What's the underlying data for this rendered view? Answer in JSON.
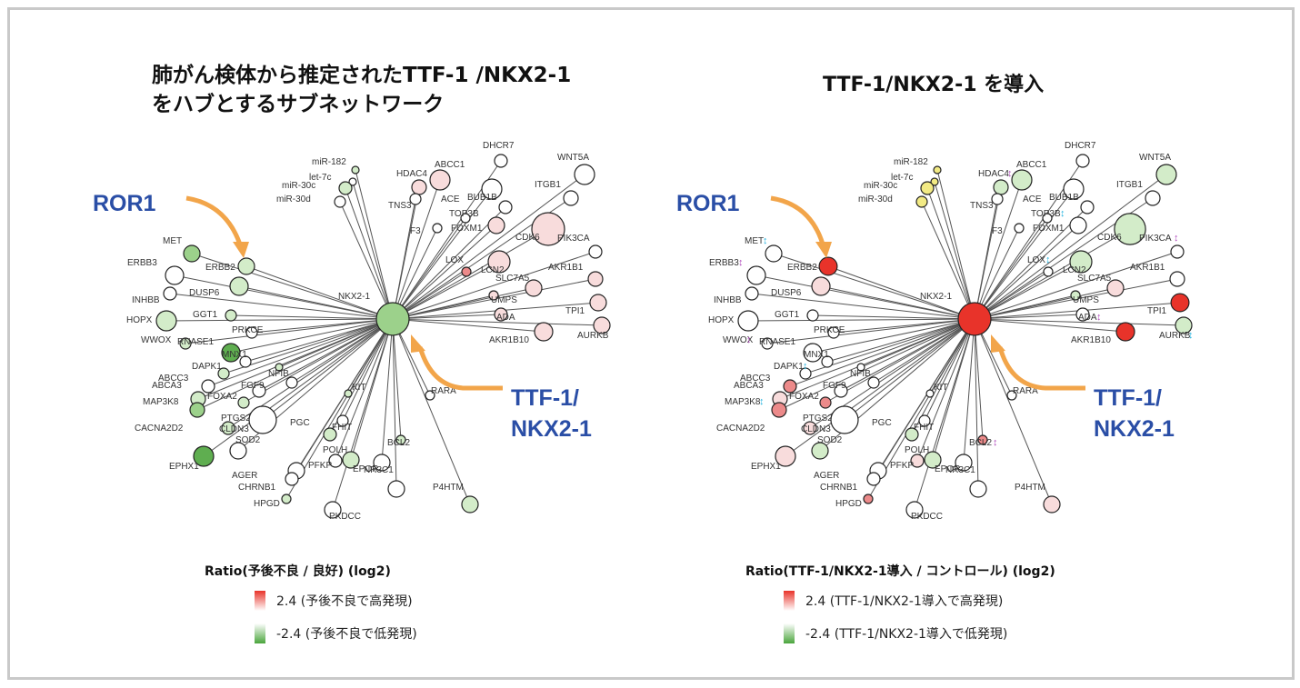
{
  "colors": {
    "red": "#e8332a",
    "light_red": "#f8dcdc",
    "pink": "#f3b6b6",
    "mid_red": "#ec8a8a",
    "green": "#5fae50",
    "light_green": "#d3ecc9",
    "mid_green": "#9cd18b",
    "white": "#ffffff",
    "yellow": "#f2ea84",
    "callout_blue": "#2a4ea6",
    "arrow_orange": "#f2a54a",
    "cyan_mark": "#27b4e0",
    "magenta_mark": "#b14dbd"
  },
  "left": {
    "title_line1": "肺がん検体から推定されたTTF-1 /NKX2-1",
    "title_line2": "をハブとするサブネットワーク",
    "hub_label": "NKX2-1",
    "callout_ror1": "ROR1",
    "callout_ttf1_line1": "TTF-1/",
    "callout_ttf1_line2": "NKX2-1",
    "legend_title": "Ratio(予後不良 / 良好) (log2)",
    "legend_high": "2.4 (予後不良で高発現)",
    "legend_low": "-2.4 (予後不良で低発現)"
  },
  "right": {
    "title": "TTF-1/NKX2-1 を導入",
    "hub_label": "NKX2-1",
    "callout_ror1": "ROR1",
    "callout_ttf1_line1": "TTF-1/",
    "callout_ttf1_line2": "NKX2-1",
    "legend_title": "Ratio(TTF-1/NKX2-1導入 / コントロール) (log2)",
    "legend_high": "2.4 (TTF-1/NKX2-1導入で高発現)",
    "legend_low": "-2.4 (TTF-1/NKX2-1導入で低発現)"
  },
  "nodes": [
    {
      "name": "miR-182",
      "left": "light_green",
      "right": "yellow"
    },
    {
      "name": "let-7c",
      "left": "white",
      "right": "yellow"
    },
    {
      "name": "miR-30c",
      "left": "light_green",
      "right": "yellow"
    },
    {
      "name": "miR-30d",
      "left": "white",
      "right": "yellow"
    },
    {
      "name": "HDAC4",
      "left": "light_red",
      "right": "light_green",
      "mark": "magenta"
    },
    {
      "name": "ABCC1",
      "left": "light_red",
      "right": "light_green"
    },
    {
      "name": "DHCR7",
      "left": "white",
      "right": "white"
    },
    {
      "name": "WNT5A",
      "left": "white",
      "right": "light_green"
    },
    {
      "name": "ITGB1",
      "left": "white",
      "right": "white"
    },
    {
      "name": "TNS3",
      "left": "white",
      "right": "white"
    },
    {
      "name": "ACE",
      "left": "white",
      "right": "white"
    },
    {
      "name": "BUB1B",
      "left": "white",
      "right": "white"
    },
    {
      "name": "TOP3B",
      "left": "white",
      "right": "white",
      "mark": "cyan"
    },
    {
      "name": "FOXM1",
      "left": "light_red",
      "right": "white"
    },
    {
      "name": "F3",
      "left": "white",
      "right": "white"
    },
    {
      "name": "LOX",
      "left": "mid_red",
      "right": "white",
      "mark": "cyan"
    },
    {
      "name": "CDK6",
      "left": "light_red",
      "right": "light_green"
    },
    {
      "name": "PIK3CA",
      "left": "white",
      "right": "white",
      "mark": "magenta"
    },
    {
      "name": "LCN2",
      "left": "light_red",
      "right": "light_green"
    },
    {
      "name": "AKR1B1",
      "left": "light_red",
      "right": "white"
    },
    {
      "name": "SLC7A5",
      "left": "light_red",
      "right": "light_red"
    },
    {
      "name": "UMPS",
      "left": "light_red",
      "right": "light_green"
    },
    {
      "name": "ADA",
      "left": "light_red",
      "right": "white",
      "mark": "magenta"
    },
    {
      "name": "TPI1",
      "left": "light_red",
      "right": "red"
    },
    {
      "name": "AKR1B10",
      "left": "light_red",
      "right": "red"
    },
    {
      "name": "AURKB",
      "left": "light_red",
      "right": "light_green",
      "mark": "cyan"
    },
    {
      "name": "MET",
      "left": "mid_green",
      "right": "white",
      "mark": "cyan"
    },
    {
      "name": "ERBB3",
      "left": "white",
      "right": "white",
      "mark": "magenta"
    },
    {
      "name": "ERBB2",
      "left": "light_green",
      "right": "red"
    },
    {
      "name": "INHBB",
      "left": "white",
      "right": "white"
    },
    {
      "name": "DUSP6",
      "left": "light_green",
      "right": "light_red"
    },
    {
      "name": "HOPX",
      "left": "light_green",
      "right": "white"
    },
    {
      "name": "GGT1",
      "left": "light_green",
      "right": "white"
    },
    {
      "name": "PRKCE",
      "left": "white",
      "right": "white"
    },
    {
      "name": "WWOX",
      "left": "light_green",
      "right": "white",
      "mark": "magenta"
    },
    {
      "name": "RNASE1",
      "left": "green",
      "right": "white"
    },
    {
      "name": "MNX1",
      "left": "white",
      "right": "white"
    },
    {
      "name": "DAPK1",
      "left": "light_green",
      "right": "white",
      "mark": "cyan"
    },
    {
      "name": "ABCC3",
      "left": "white",
      "right": "mid_red"
    },
    {
      "name": "ABCA3",
      "left": "light_green",
      "right": "light_red"
    },
    {
      "name": "NFIB",
      "left": "light_green",
      "right": "white"
    },
    {
      "name": "FGF9",
      "left": "white",
      "right": "white"
    },
    {
      "name": "MAP3K8",
      "left": "mid_green",
      "right": "mid_red",
      "mark": "cyan"
    },
    {
      "name": "FOXA2",
      "left": "light_green",
      "right": "mid_red"
    },
    {
      "name": "PTGS2",
      "left": "white",
      "right": "white"
    },
    {
      "name": "CLDN3",
      "left": "light_green",
      "right": "light_red"
    },
    {
      "name": "CACNA2D2",
      "left": "white",
      "right": "white"
    },
    {
      "name": "SOD2",
      "left": "white",
      "right": "light_green"
    },
    {
      "name": "EPHX1",
      "left": "green",
      "right": "light_red"
    },
    {
      "name": "AGER",
      "left": "white",
      "right": "white"
    },
    {
      "name": "CHRNB1",
      "left": "white",
      "right": "white"
    },
    {
      "name": "PGC",
      "left": "light_green",
      "right": "light_green"
    },
    {
      "name": "FHIT",
      "left": "white",
      "right": "white"
    },
    {
      "name": "KIT",
      "left": "light_green",
      "right": "white"
    },
    {
      "name": "POLH",
      "left": "light_green",
      "right": "light_green"
    },
    {
      "name": "PFKP",
      "left": "white",
      "right": "light_red"
    },
    {
      "name": "HPGD",
      "left": "light_green",
      "right": "mid_red"
    },
    {
      "name": "BCL2",
      "left": "light_green",
      "right": "mid_red",
      "mark": "magenta"
    },
    {
      "name": "EPOR",
      "left": "white",
      "right": "white"
    },
    {
      "name": "RARA",
      "left": "white",
      "right": "white"
    },
    {
      "name": "NR3C1",
      "left": "white",
      "right": "white"
    },
    {
      "name": "P4HTM",
      "left": "light_green",
      "right": "light_red"
    },
    {
      "name": "PKDCC",
      "left": "white",
      "right": "white"
    }
  ]
}
